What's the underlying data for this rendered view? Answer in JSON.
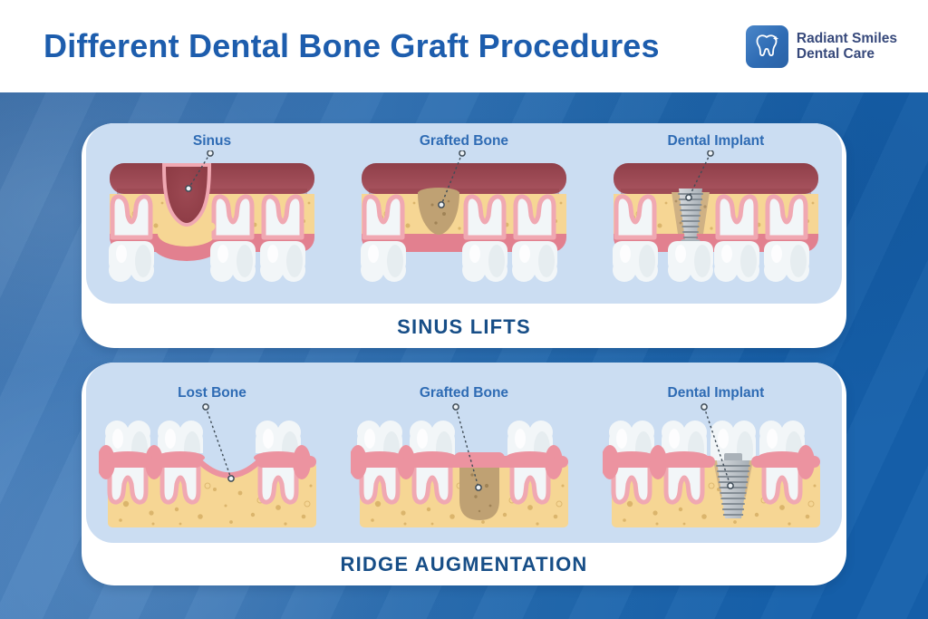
{
  "header": {
    "title": "Different Dental Bone Graft Procedures",
    "logo": {
      "icon": "tooth-icon",
      "name_line1": "Radiant Smiles",
      "name_line2": "Dental Care"
    }
  },
  "panels": [
    {
      "caption": "SINUS LIFTS",
      "figures": [
        {
          "label": "Sinus",
          "variant": "sinus"
        },
        {
          "label": "Grafted Bone",
          "variant": "graft-top"
        },
        {
          "label": "Dental Implant",
          "variant": "implant-top"
        }
      ]
    },
    {
      "caption": "RIDGE AUGMENTATION",
      "figures": [
        {
          "label": "Lost Bone",
          "variant": "lost-bone"
        },
        {
          "label": "Grafted Bone",
          "variant": "graft-bottom"
        },
        {
          "label": "Dental Implant",
          "variant": "implant-bottom"
        }
      ]
    }
  ],
  "palette": {
    "background_blue": "#2f6fb1",
    "background_blue_dark": "#1560ab",
    "background_blue_light": "#4a81bd",
    "header_bg": "#ffffff",
    "title_blue": "#1d5dad",
    "caption_navy": "#174e87",
    "label_blue": "#2e6bb4",
    "panel_blue": "#cbddf2",
    "card_white": "#ffffff",
    "logo_blue": "#2f6cb4",
    "logo_text": "#37497b",
    "bone": "#f6d694",
    "bone_speckle": "#c99e52",
    "gum_band": "#e2808f",
    "gum_mid": "#ec93a0",
    "gum_light": "#f0a8b2",
    "sinus_dark": "#96434d",
    "sinus_deep": "#8a3942",
    "graft": "#bfa173",
    "graft_light": "#cfb184",
    "graft_speckle": "#8f7347",
    "tooth": "#f2f6f8",
    "tooth_shade": "#dde5ea",
    "metal": "#c3c9ce",
    "metal_dark": "#848d95",
    "leader": "#3f4c57"
  }
}
